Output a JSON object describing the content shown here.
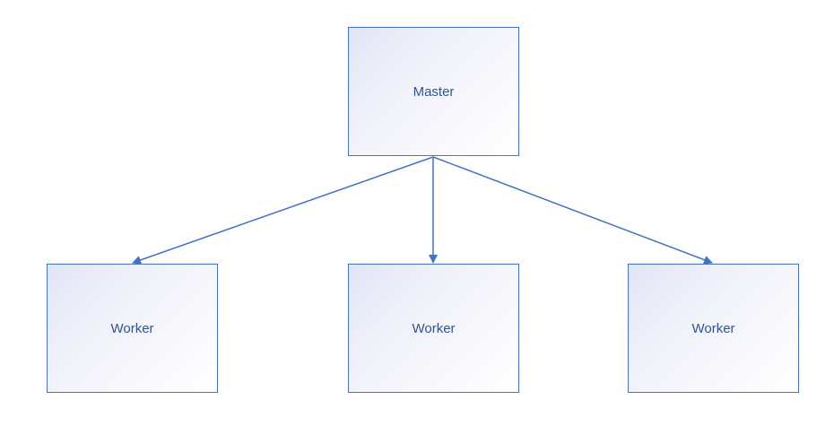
{
  "diagram": {
    "master": {
      "label": "Master"
    },
    "workers": [
      {
        "label": "Worker"
      },
      {
        "label": "Worker"
      },
      {
        "label": "Worker"
      }
    ],
    "colors": {
      "stroke": "#4472c4",
      "text": "#2f5496",
      "fill_start": "#e2e5f6",
      "fill_end": "#ffffff"
    }
  }
}
